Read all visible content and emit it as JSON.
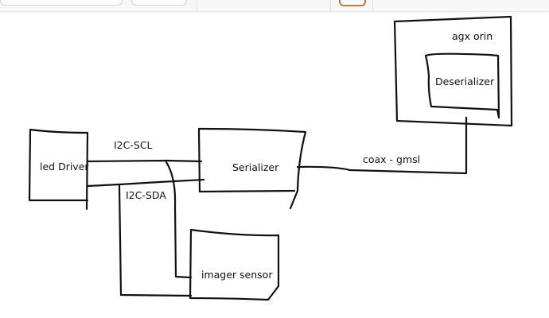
{
  "diagram": {
    "nodes": {
      "agx_orin": "agx orin",
      "deserializer": "Deserializer",
      "led_driver": "led Driver",
      "serializer": "Serializer",
      "imager_sensor": "imager sensor"
    },
    "edges": {
      "i2c_scl": "I2C-SCL",
      "i2c_sda": "I2C-SDA",
      "coax": "coax - gmsl"
    }
  }
}
